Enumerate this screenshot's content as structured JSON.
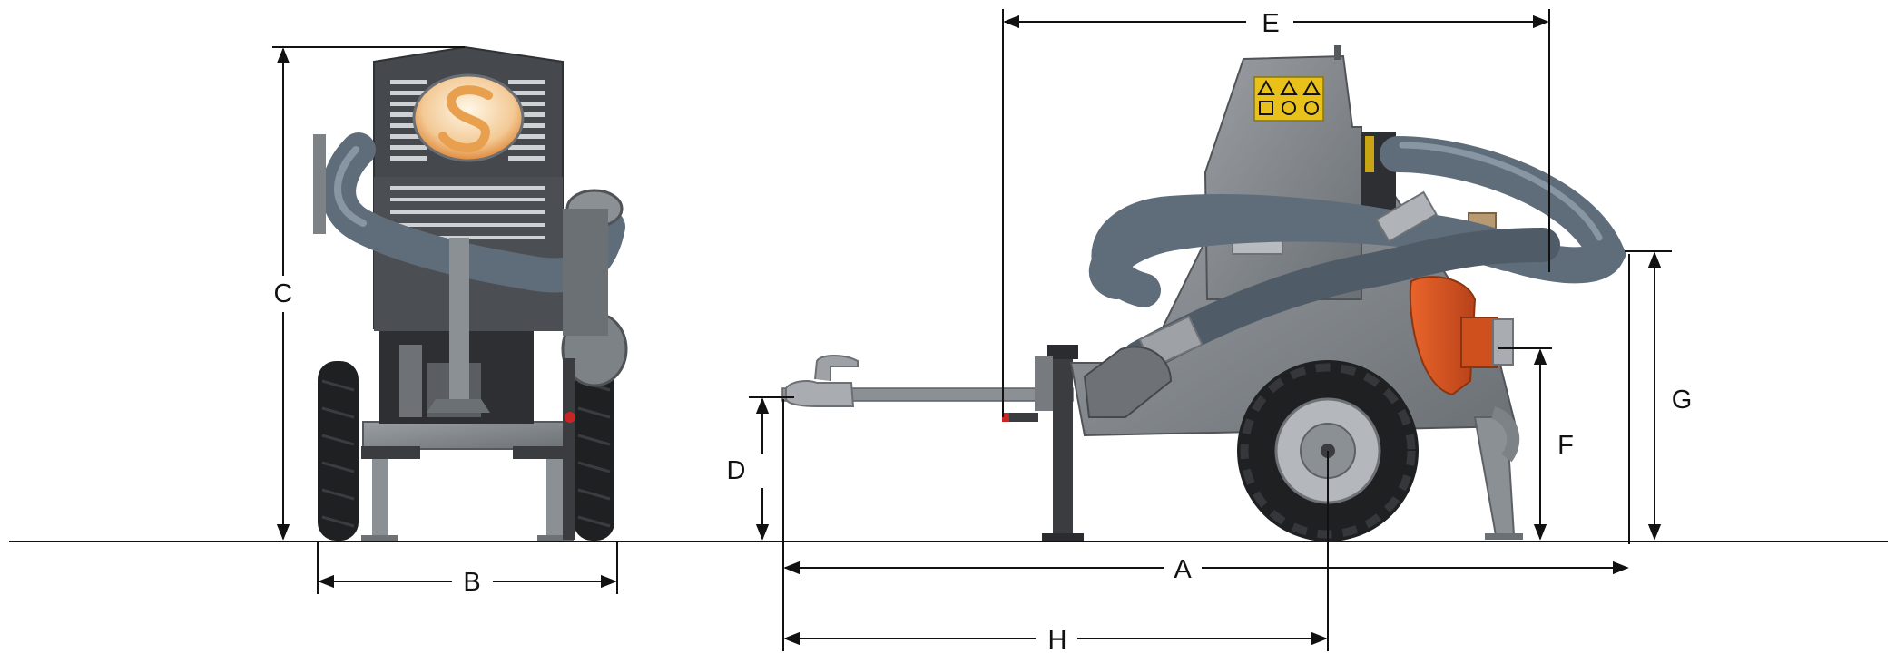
{
  "colors": {
    "steel": "#7d8287",
    "steel_dark": "#55595d",
    "panel": "#44474b",
    "hose": "#5f6d7a",
    "hose_dark": "#3f4953",
    "tire": "#1f2022",
    "pump_orange": "#d2521d",
    "warning_yellow": "#e8c21a",
    "logo_orange": "#e89a3c",
    "dimension_line": "#111111"
  },
  "icons": [
    "warning-sticker-icon",
    "brand-logo-icon"
  ],
  "dimensions": {
    "A": "A",
    "B": "B",
    "C": "C",
    "D": "D",
    "E": "E",
    "F": "F",
    "G": "G",
    "H": "H"
  }
}
